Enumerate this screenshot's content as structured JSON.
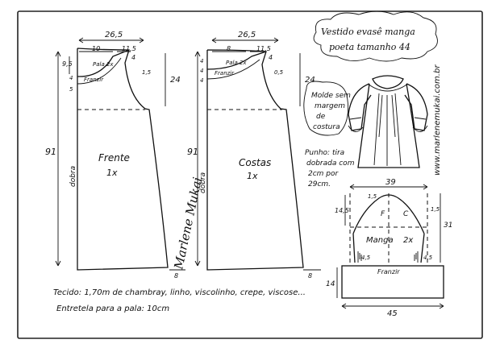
{
  "title": {
    "line1": "Vestido evasê manga",
    "line2": "poeta tamanho 44"
  },
  "website": "www.marlenemukai.com.br",
  "signature": "Marlene Mukai",
  "mold_note": [
    "Molde sem",
    "margem",
    "de",
    "costura"
  ],
  "cuff_note": [
    "Punho: tira",
    "dobrada com",
    "2cm por",
    "29cm."
  ],
  "fabric_note": "Tecido: 1,70m de chambray, linho, viscolinho, crepe, viscose...",
  "interfacing_note": "Entretela para a pala: 10cm",
  "front": {
    "name": "Frente",
    "qty": "1x",
    "fold": "dobra",
    "width": "26,5",
    "neck": "10",
    "shoulder": "11,5",
    "yoke": "Pala 2x",
    "gather": "Franzir",
    "length": "91",
    "armhole_depth": "24",
    "top_drop": "9,5",
    "yoke_height": "4",
    "yoke_low": "5",
    "strap": "4",
    "armhole": "1,5",
    "hem_extension": "8"
  },
  "back": {
    "name": "Costas",
    "qty": "1x",
    "fold": "dobra",
    "width": "26,5",
    "neck": "8",
    "shoulder": "11,5",
    "yoke": "Pala 2x",
    "gather": "Franzir",
    "length": "91",
    "armhole_depth": "24",
    "top_drop": "4",
    "yoke_height": "4",
    "yoke_low": "4",
    "strap": "4",
    "armhole": "0,5",
    "hem_extension": "8"
  },
  "sleeve": {
    "name": "Manga",
    "qty": "2x",
    "width_top": "39",
    "width_bottom": "45",
    "cap_height": "14,5",
    "height": "31",
    "band": "14",
    "front_mark": "F",
    "center_mark": "C",
    "cap_left": "1,5",
    "cap_right": "1,5",
    "edge_left": "4,5",
    "edge_right": "4,5",
    "gather": "Franzir"
  }
}
